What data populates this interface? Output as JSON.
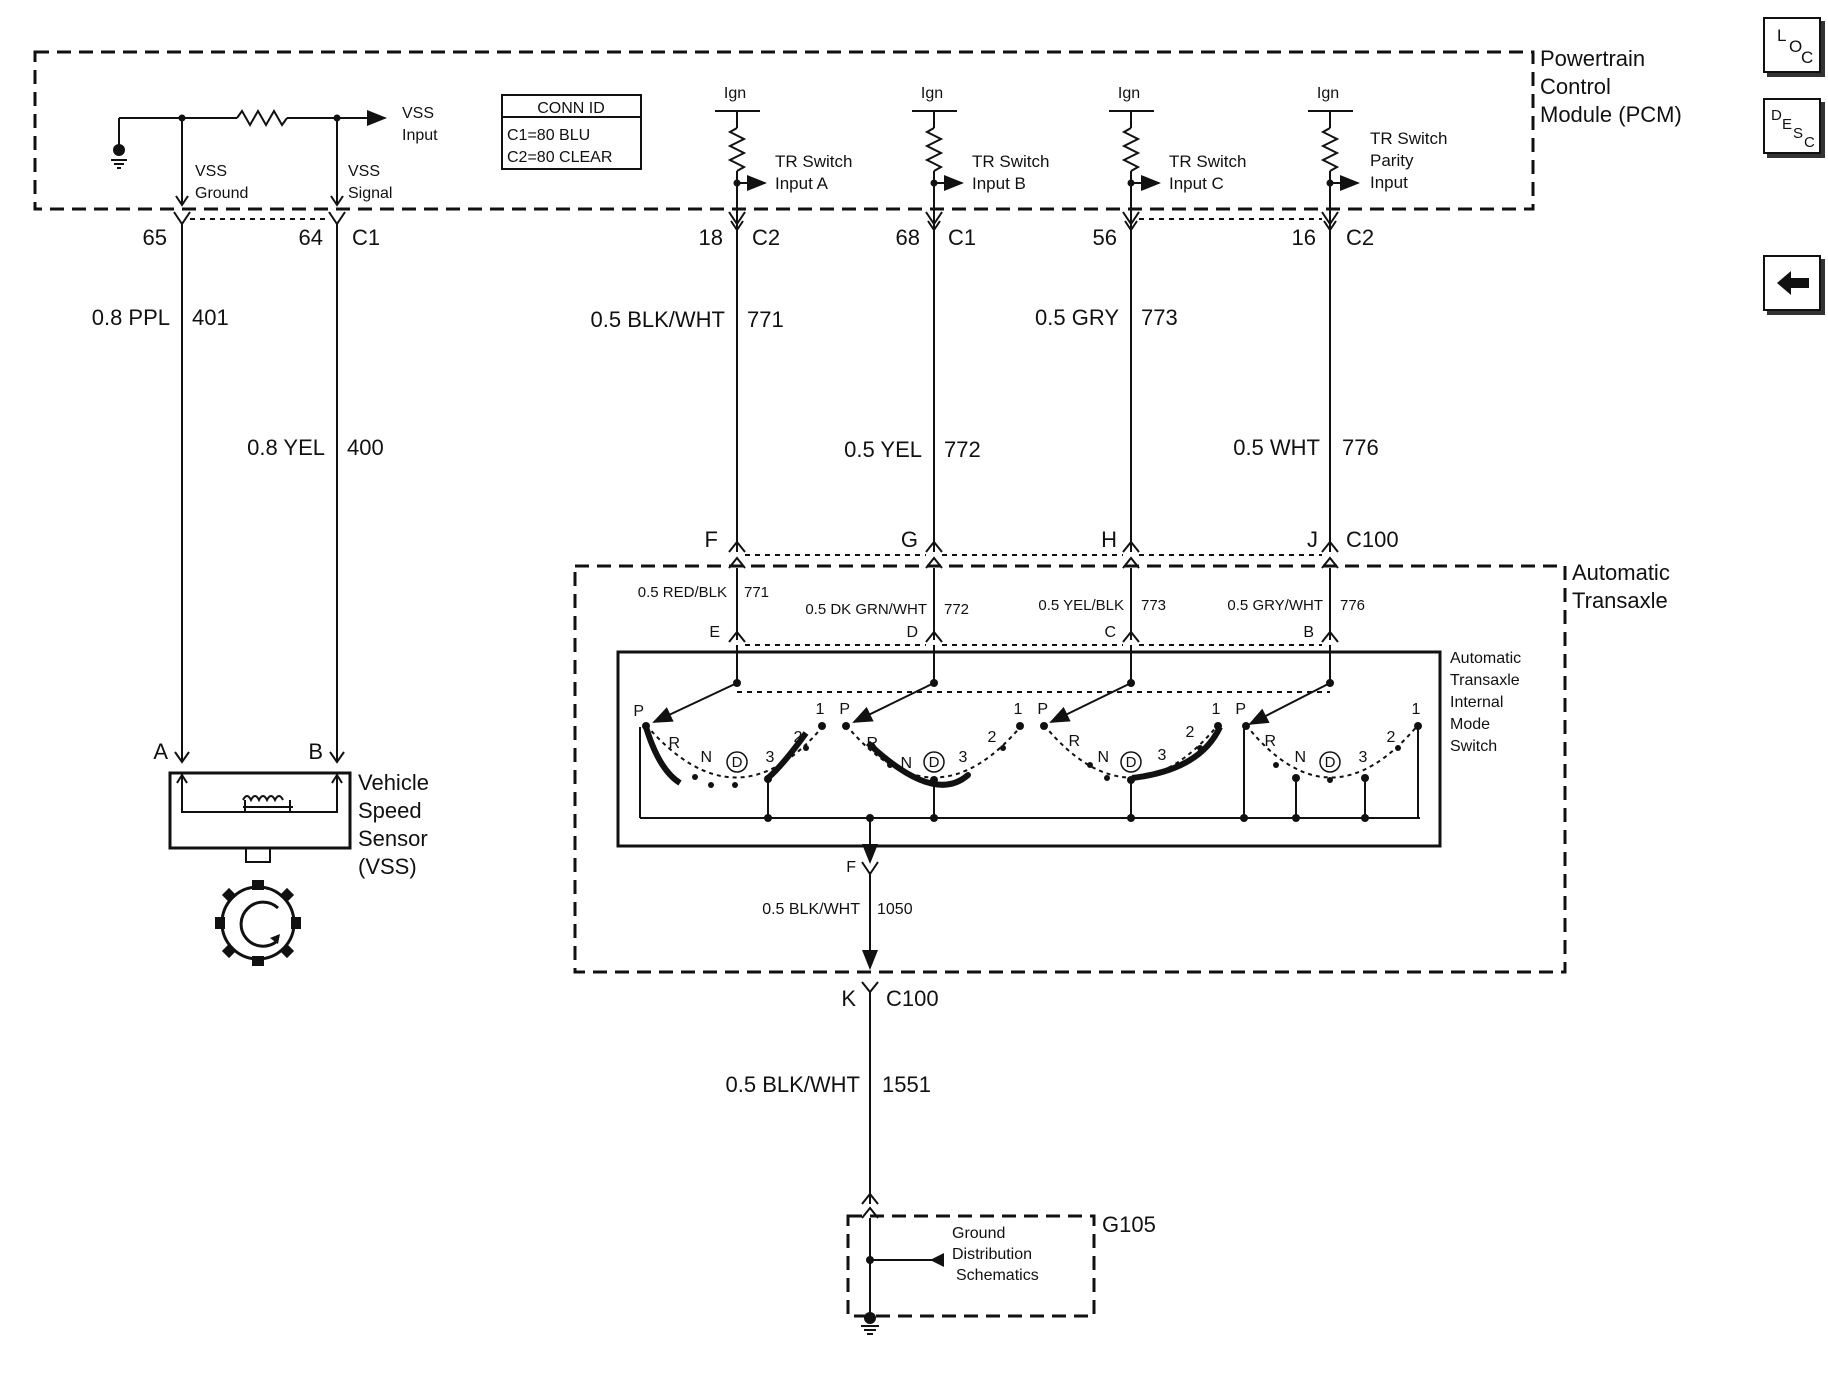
{
  "pcm": {
    "name": "Powertrain Control Module (PCM)",
    "lines": [
      "Powertrain",
      "Control",
      "Module (PCM)"
    ],
    "vss_input": [
      "VSS",
      "Input"
    ],
    "vss_ground": [
      "VSS",
      "Ground"
    ],
    "vss_signal": [
      "VSS",
      "Signal"
    ],
    "ign": "Ign",
    "tr_a": [
      "TR Switch",
      "Input A"
    ],
    "tr_b": [
      "TR Switch",
      "Input B"
    ],
    "tr_c": [
      "TR Switch",
      "Input C"
    ],
    "tr_p": [
      "TR Switch",
      "Parity",
      "Input"
    ]
  },
  "conn_id": {
    "title": "CONN ID",
    "c1": "C1=80 BLU",
    "c2": "C2=80 CLEAR"
  },
  "pins": {
    "p65": "65",
    "p64": "64",
    "c1_vss": "C1",
    "p18": "18",
    "c2_18": "C2",
    "p68": "68",
    "c1_68": "C1",
    "p56": "56",
    "p16": "16",
    "c2_16": "C2"
  },
  "wires": {
    "w401": {
      "label": "0.8 PPL",
      "circuit": "401"
    },
    "w400": {
      "label": "0.8 YEL",
      "circuit": "400"
    },
    "w771": {
      "label": "0.5 BLK/WHT",
      "circuit": "771"
    },
    "w772": {
      "label": "0.5 YEL",
      "circuit": "772"
    },
    "w773": {
      "label": "0.5 GRY",
      "circuit": "773"
    },
    "w776": {
      "label": "0.5 WHT",
      "circuit": "776"
    },
    "w1551": {
      "label": "0.5 BLK/WHT",
      "circuit": "1551"
    }
  },
  "c100_top": {
    "f": "F",
    "g": "G",
    "h": "H",
    "j": "J",
    "name": "C100"
  },
  "transaxle": {
    "lines": [
      "Automatic",
      "Transaxle"
    ],
    "w771": {
      "label": "0.5 RED/BLK",
      "circuit": "771"
    },
    "w772": {
      "label": "0.5 DK GRN/WHT",
      "circuit": "772"
    },
    "w773": {
      "label": "0.5 YEL/BLK",
      "circuit": "773"
    },
    "w776": {
      "label": "0.5 GRY/WHT",
      "circuit": "776"
    },
    "pins": {
      "e": "E",
      "d": "D",
      "c": "C",
      "b": "B",
      "f": "F"
    },
    "w1050": {
      "label": "0.5 BLK/WHT",
      "circuit": "1050"
    }
  },
  "mode_switch": {
    "lines": [
      "Automatic",
      "Transaxle",
      "Internal",
      "Mode",
      "Switch"
    ],
    "positions": {
      "p": "P",
      "r": "R",
      "n": "N",
      "d": "D",
      "three": "3",
      "two": "2",
      "one": "1"
    }
  },
  "vss": {
    "a": "A",
    "b": "B",
    "lines": [
      "Vehicle",
      "Speed",
      "Sensor",
      "(VSS)"
    ]
  },
  "c100_bottom": {
    "k": "K",
    "name": "C100"
  },
  "ground": {
    "lines": [
      "Ground",
      "Distribution",
      "Schematics"
    ],
    "id": "G105"
  },
  "nav": {
    "loc": {
      "l": "L",
      "o": "O",
      "c": "C"
    },
    "desc": {
      "d": "D",
      "e": "E",
      "s": "S",
      "c": "C"
    }
  }
}
